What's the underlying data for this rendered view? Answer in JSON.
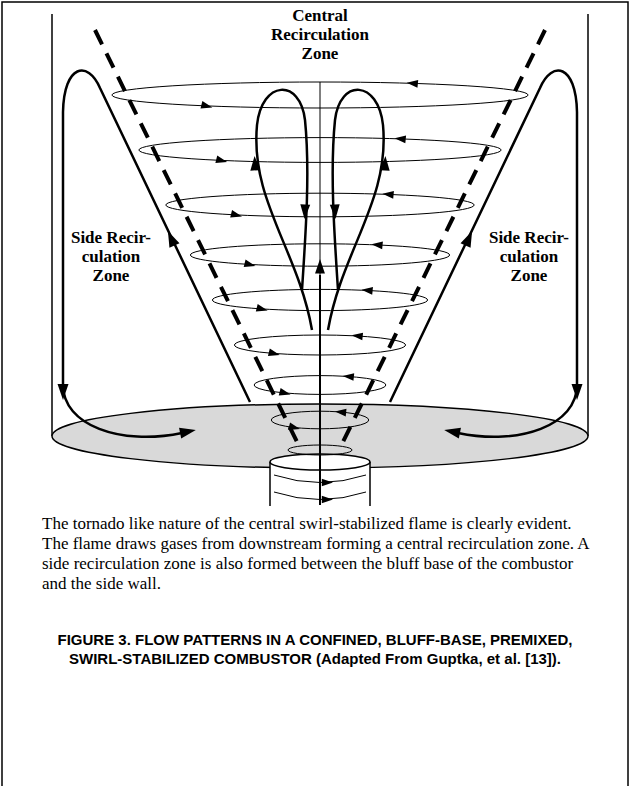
{
  "diagram": {
    "caption": "FIGURE 3. FLOW PATTERNS IN A CONFINED, BLUFF-BASE, PREMIXED, SWIRL-STABILIZED COMBUSTOR (Adapted From Guptka, et al. [13]).",
    "labels": [
      "Central Recirculation Zone",
      "Side Recir- culation Zone",
      "Side Recir- culation Zone",
      "The tornado like nature of the central swirl-stabilized flame is clearly evident. The flame draws gases from downstream forming a central recirculation zone. A side recirculation zone is also formed between the bluff base of the combustor and the side wall."
    ]
  }
}
